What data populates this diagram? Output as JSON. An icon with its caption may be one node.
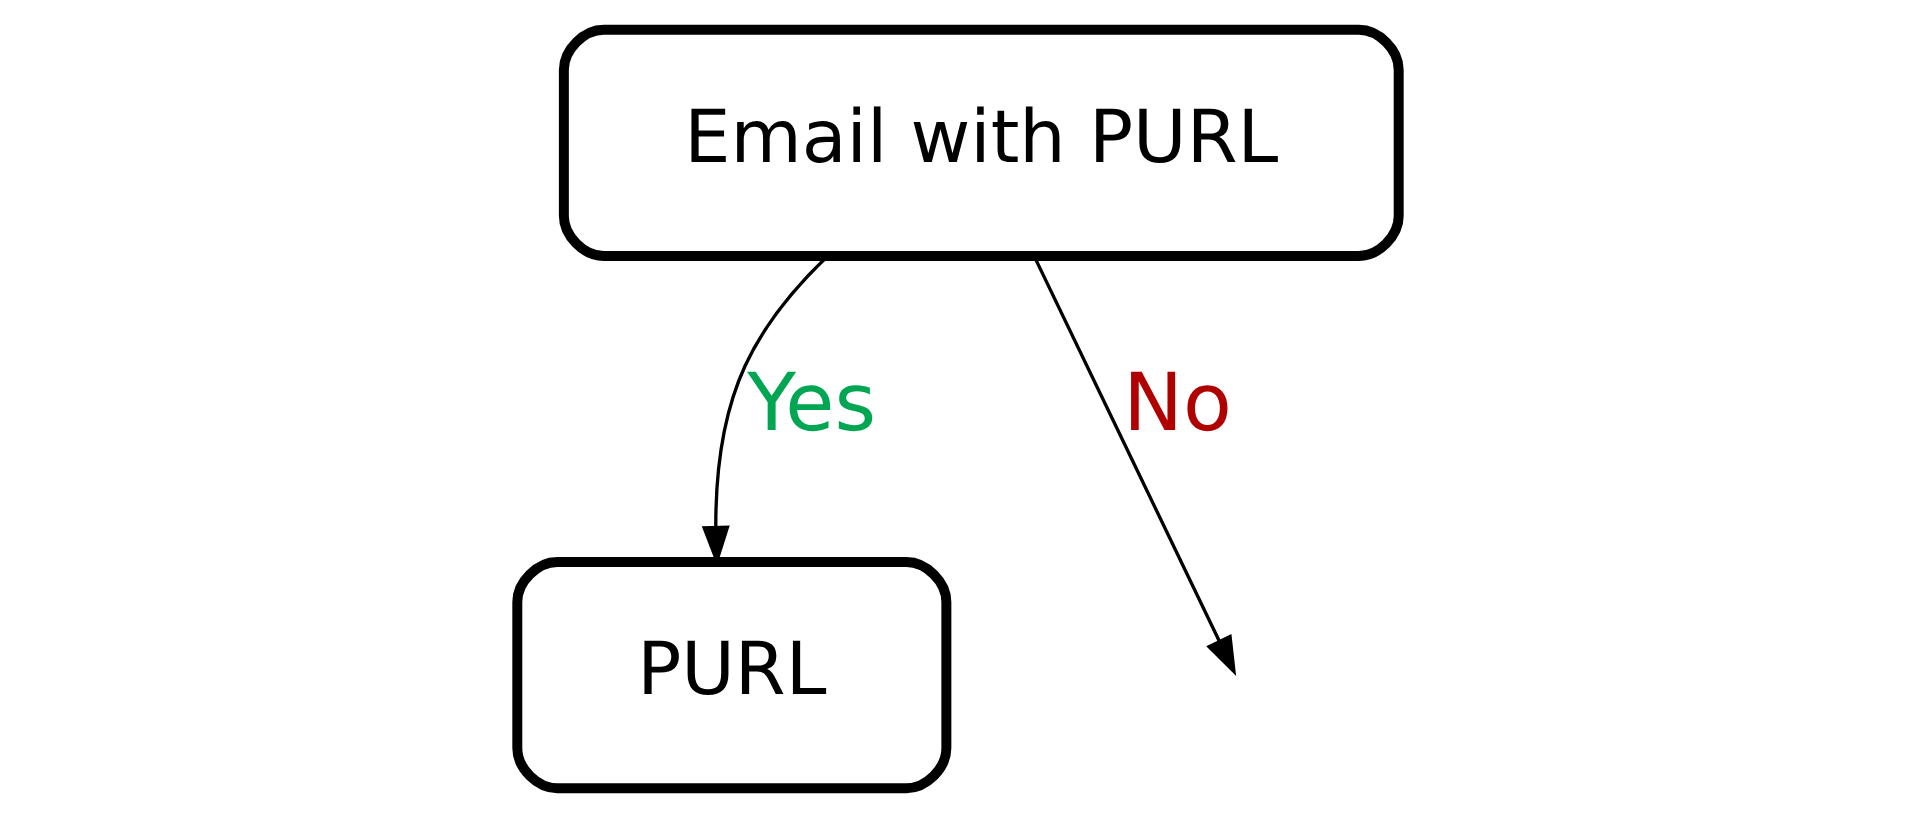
{
  "diagram": {
    "nodes": [
      {
        "text": [
          "Email with PURL"
        ]
      },
      {
        "text": [
          "PURL"
        ]
      }
    ],
    "edges": [
      {
        "from": 0,
        "to": 1,
        "arrow": "to",
        "label": "Yes"
      },
      {
        "from": 0,
        "to": null,
        "arrow": "to",
        "label": "No"
      }
    ]
  }
}
